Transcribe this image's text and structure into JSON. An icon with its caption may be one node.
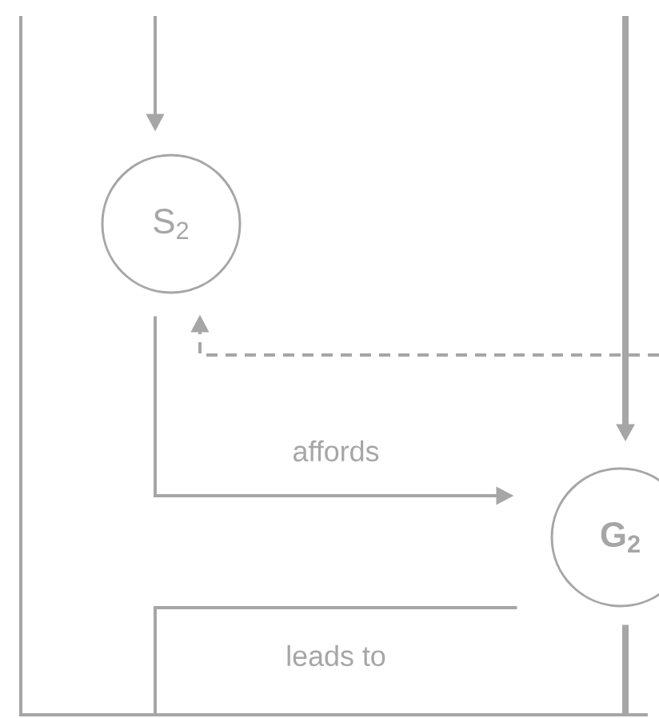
{
  "diagram": {
    "nodes": [
      {
        "text": [
          "S$_{2}$"
        ]
      },
      {
        "text": [
          "G$_{2}$"
        ]
      }
    ],
    "edges": [
      {
        "from": null,
        "to": 0,
        "arrow": "to"
      },
      {
        "from": null,
        "to": 1,
        "arrow": "to",
        "style": "thick"
      },
      {
        "from": null,
        "to": 0,
        "arrow": "to",
        "style": "dashed"
      },
      {
        "from": 0,
        "to": 1,
        "arrow": "to",
        "label": "affords"
      },
      {
        "from": 1,
        "to": null,
        "arrow": "none",
        "label": "leads to"
      },
      {
        "from": 1,
        "to": null,
        "arrow": "none",
        "style": "thick"
      }
    ]
  }
}
